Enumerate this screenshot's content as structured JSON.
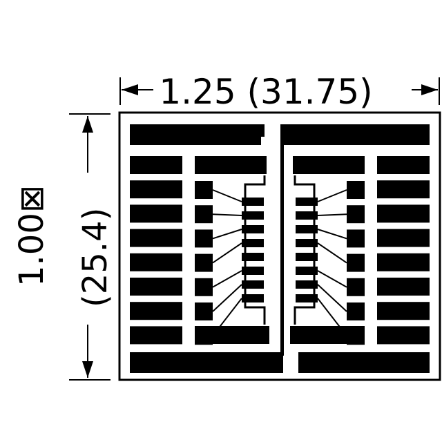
{
  "dimensions": {
    "width_label": "1.25 (31.75)",
    "height_inch_label": "1.00",
    "height_inch_symbol": "⊠",
    "height_mm_label": "(25.4)"
  },
  "colors": {
    "ink": "#000000",
    "paper": "#ffffff"
  },
  "board": {
    "pins_per_side": 8
  }
}
